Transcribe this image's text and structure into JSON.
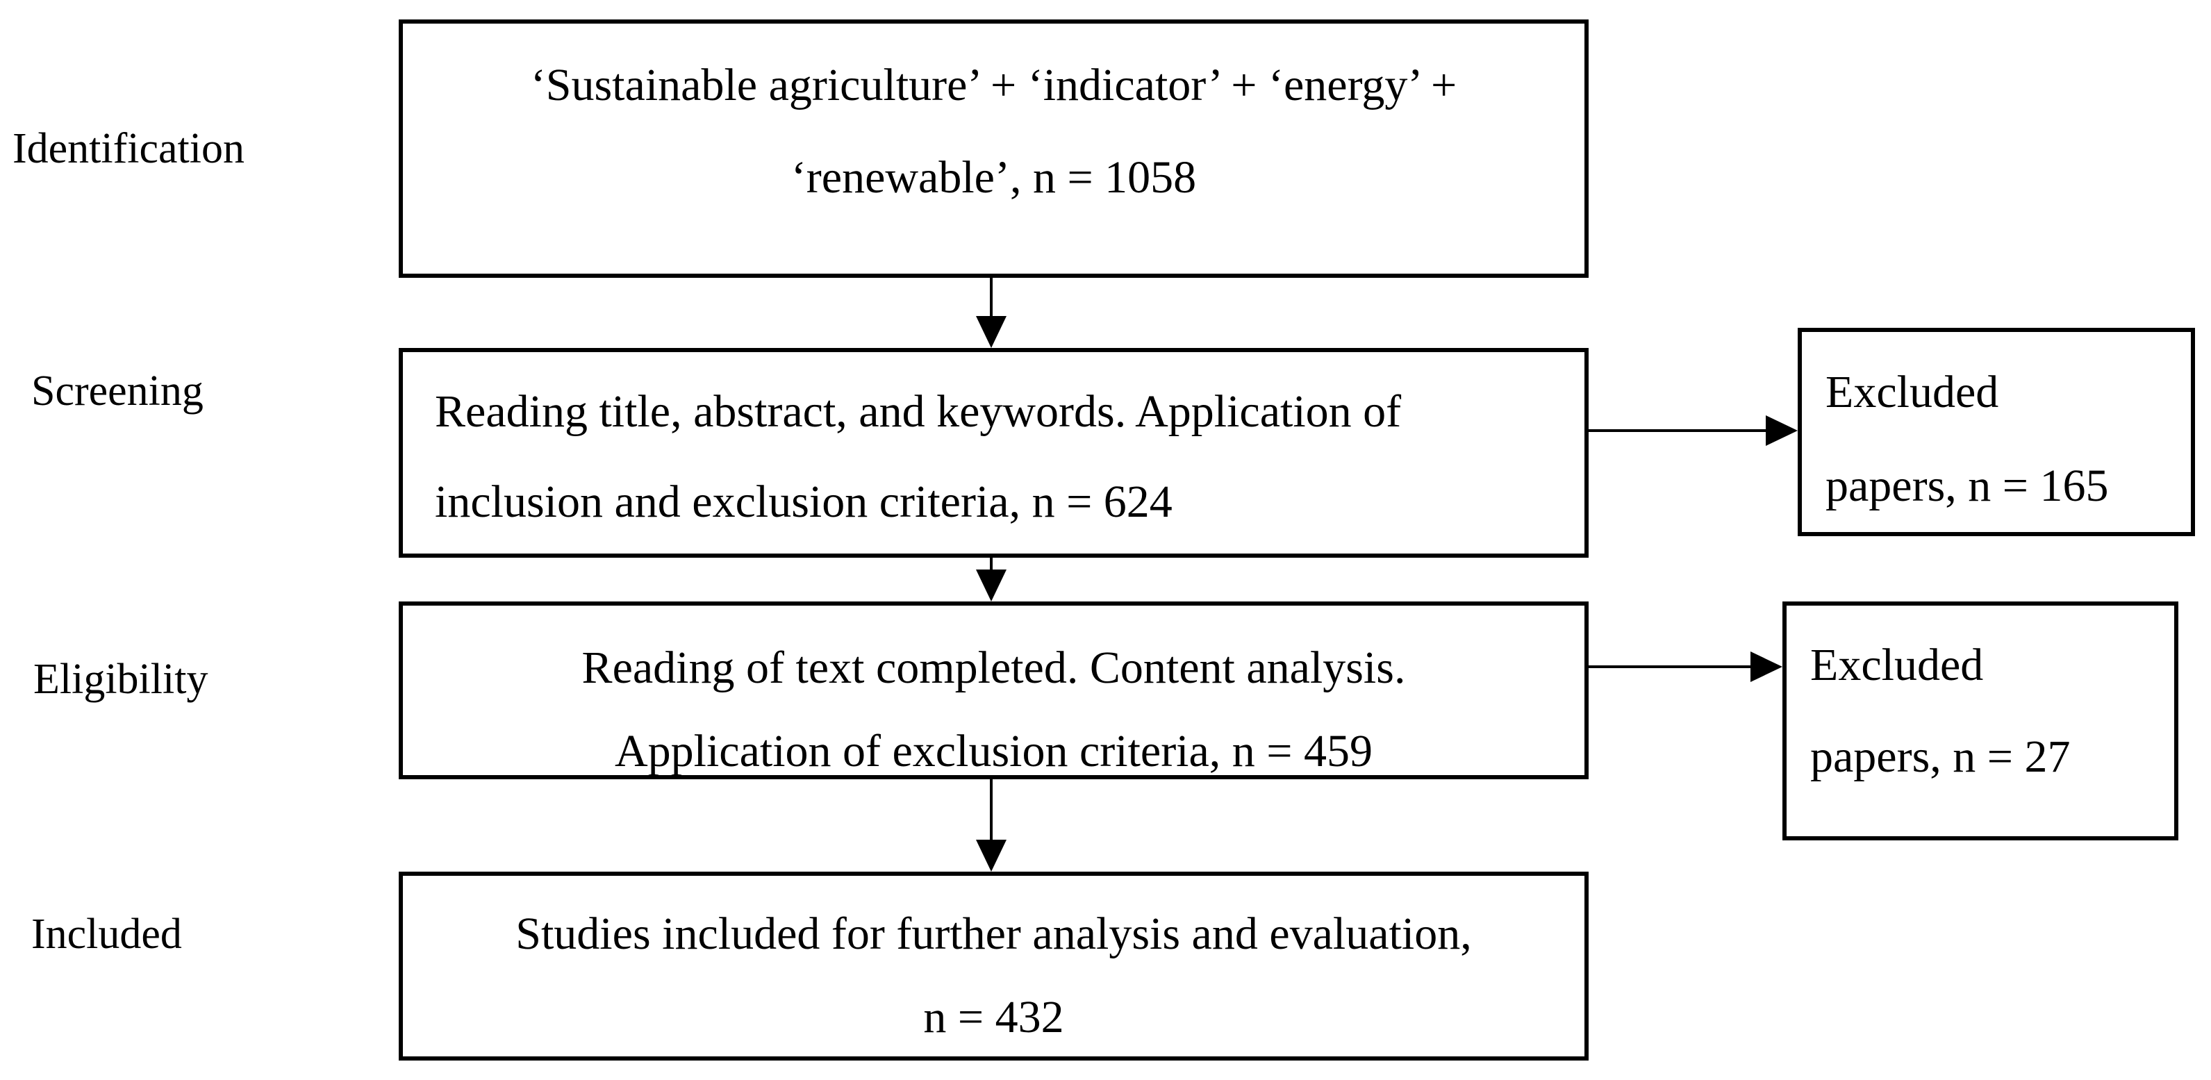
{
  "diagram": {
    "title": "Literature selection flow diagram",
    "colors": {
      "background": "#ffffff",
      "border": "#000000",
      "text": "#000000"
    },
    "stages": [
      {
        "label": "Identification"
      },
      {
        "label": "Screening"
      },
      {
        "label": "Eligibility"
      },
      {
        "label": "Included"
      }
    ],
    "boxes": {
      "identification": {
        "lines": [
          "‘Sustainable agriculture’ + ‘indicator’ + ‘energy’ +",
          "‘renewable’, n = 1058"
        ],
        "n": 1058
      },
      "screening": {
        "lines": [
          "Reading title, abstract, and keywords. Application of",
          "inclusion and exclusion criteria, n = 624"
        ],
        "n": 624
      },
      "eligibility": {
        "lines": [
          "Reading of text completed. Content analysis.",
          "Application of exclusion criteria, n = 459"
        ],
        "n": 459
      },
      "included": {
        "lines": [
          "Studies included for further analysis and evaluation,",
          "n = 432"
        ],
        "n": 432
      },
      "excluded_screening": {
        "lines": [
          "Excluded",
          "papers, n = 165"
        ],
        "n": 165
      },
      "excluded_eligibility": {
        "lines": [
          "Excluded",
          "papers, n = 27"
        ],
        "n": 27
      }
    }
  }
}
